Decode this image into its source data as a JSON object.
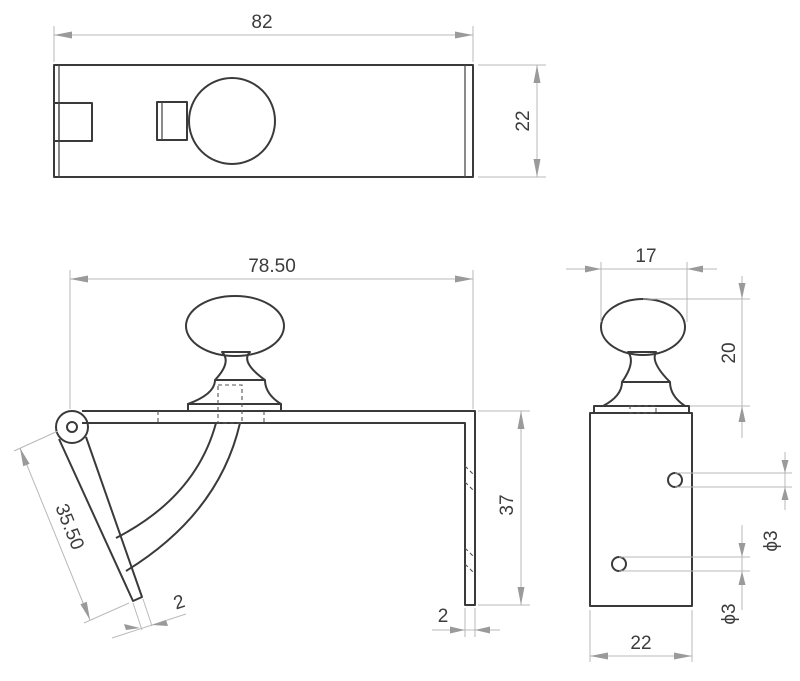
{
  "dimensions": {
    "top_width": "82",
    "top_height": "22",
    "side_length": "78.50",
    "side_drop": "37",
    "arm_length": "35.50",
    "arm_thickness": "2",
    "plate_thickness": "2",
    "knob_width": "17",
    "knob_height": "20",
    "hole_upper": "ϕ3",
    "hole_lower": "ϕ3",
    "front_width": "22"
  }
}
